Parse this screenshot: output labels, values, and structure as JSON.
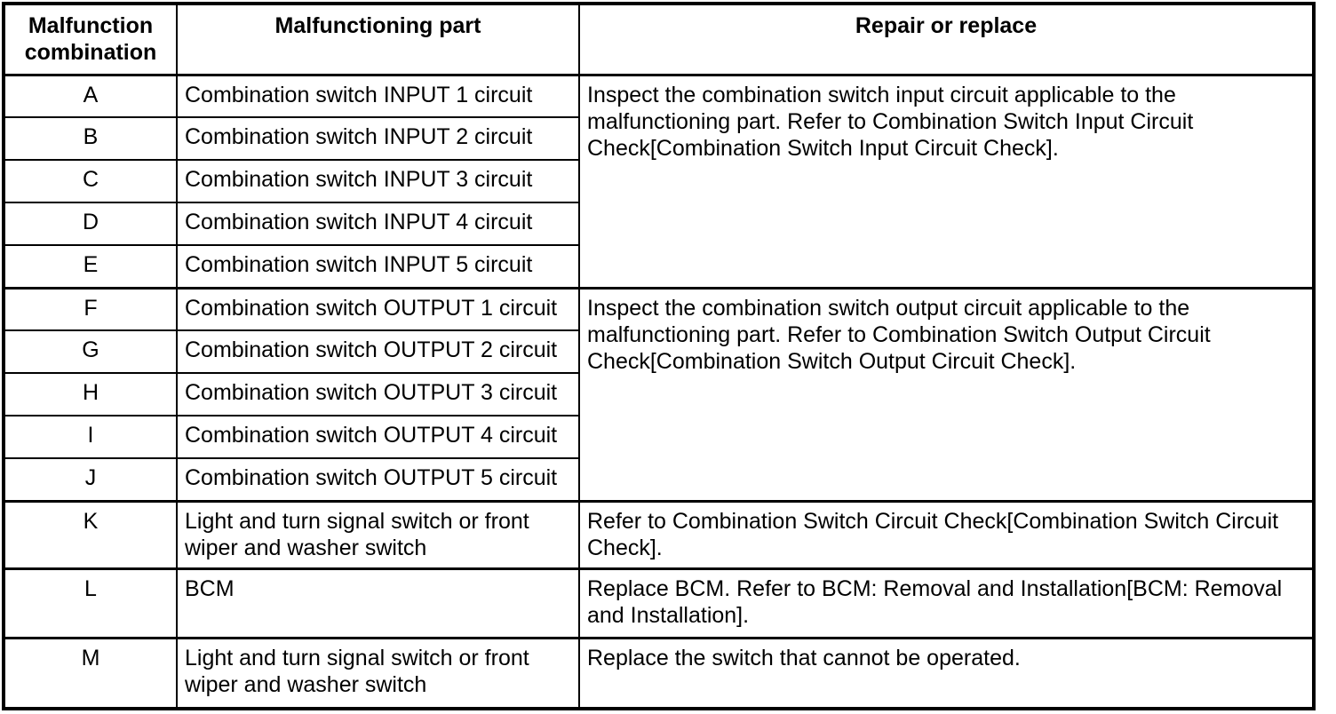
{
  "table": {
    "headers": {
      "combo": "Malfunction combination",
      "part": "Malfunctioning part",
      "repair": "Repair or replace"
    },
    "rows": [
      {
        "combo": "A",
        "part": "Combination switch INPUT 1 circuit"
      },
      {
        "combo": "B",
        "part": "Combination switch INPUT 2 circuit"
      },
      {
        "combo": "C",
        "part": "Combination switch INPUT 3 circuit"
      },
      {
        "combo": "D",
        "part": "Combination switch INPUT 4 circuit"
      },
      {
        "combo": "E",
        "part": "Combination switch INPUT 5 circuit"
      },
      {
        "combo": "F",
        "part": "Combination switch OUTPUT 1 circuit"
      },
      {
        "combo": "G",
        "part": "Combination switch OUTPUT 2 circuit"
      },
      {
        "combo": "H",
        "part": "Combination switch OUTPUT 3 circuit"
      },
      {
        "combo": "I",
        "part": "Combination switch OUTPUT 4 circuit"
      },
      {
        "combo": "J",
        "part": "Combination switch OUTPUT 5 circuit"
      },
      {
        "combo": "K",
        "part": [
          "Light and turn signal switch or front",
          "wiper and washer switch"
        ]
      },
      {
        "combo": "L",
        "part": "BCM"
      },
      {
        "combo": "M",
        "part": [
          "Light and turn signal switch or front",
          "wiper and washer switch"
        ]
      }
    ],
    "repairs": {
      "input_group": [
        "Inspect the combination switch input circuit applicable to the",
        "malfunctioning part. Refer to Combination Switch Input Circuit",
        "Check[Combination Switch Input Circuit Check]."
      ],
      "output_group": [
        "Inspect the combination switch output circuit applicable to the",
        "malfunctioning part. Refer to Combination Switch Output Circuit",
        "Check[Combination Switch Output Circuit Check]."
      ],
      "k": [
        "Refer to Combination Switch Circuit Check[Combination Switch Circuit",
        "Check]."
      ],
      "l": [
        "Replace BCM. Refer to BCM: Removal and Installation[BCM: Removal",
        "and Installation]."
      ],
      "m": "Replace the switch that cannot be operated."
    },
    "colors": {
      "border": "#000000",
      "text": "#000000",
      "background": "#ffffff"
    }
  }
}
